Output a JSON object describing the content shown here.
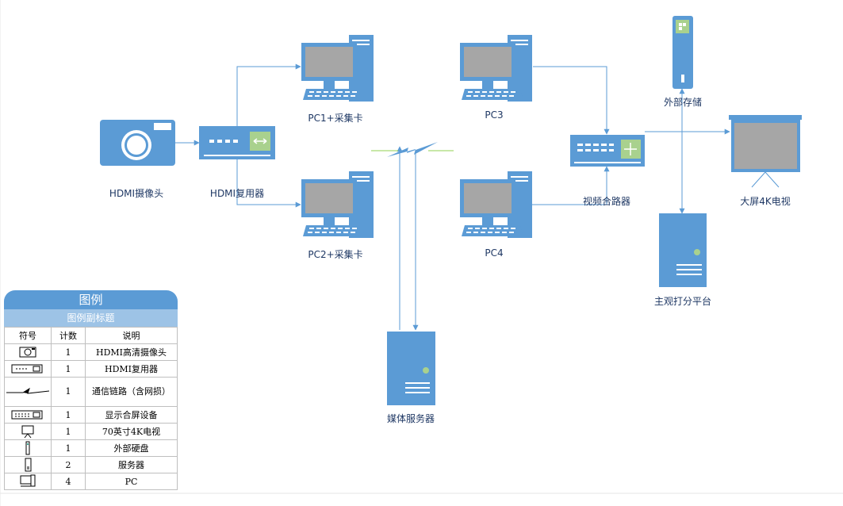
{
  "nodes": {
    "camera": "HDMI摄像头",
    "splitter": "HDMI复用器",
    "pc1": "PC1+采集卡",
    "pc2": "PC2+采集卡",
    "pc3": "PC3",
    "pc4": "PC4",
    "combiner": "视频合路器",
    "storage": "外部存储",
    "tv": "大屏4K电视",
    "scoring": "主观打分平台",
    "media_server": "媒体服务器"
  },
  "legend": {
    "title": "图例",
    "subtitle": "图例副标题",
    "headers": {
      "symbol": "符号",
      "count": "计数",
      "desc": "说明"
    },
    "rows": [
      {
        "icon": "camera-icon",
        "count": "1",
        "desc": "HDMI高清摄像头"
      },
      {
        "icon": "splitter-icon",
        "count": "1",
        "desc": "HDMI复用器"
      },
      {
        "icon": "lightning-link-icon",
        "count": "1",
        "desc": "通信链路（含网损）"
      },
      {
        "icon": "switch-icon",
        "count": "1",
        "desc": "显示合屏设备"
      },
      {
        "icon": "tv-icon",
        "count": "1",
        "desc": "70英寸4K电视"
      },
      {
        "icon": "drive-icon",
        "count": "1",
        "desc": "外部硬盘"
      },
      {
        "icon": "server-icon",
        "count": "2",
        "desc": "服务器"
      },
      {
        "icon": "pc-icon",
        "count": "4",
        "desc": "PC"
      }
    ]
  },
  "colors": {
    "device": "#5b9bd5",
    "device_dark": "#2e75b6",
    "screen": "#a6a6a6",
    "line": "#5b9bd5",
    "label": "#1f3864"
  }
}
